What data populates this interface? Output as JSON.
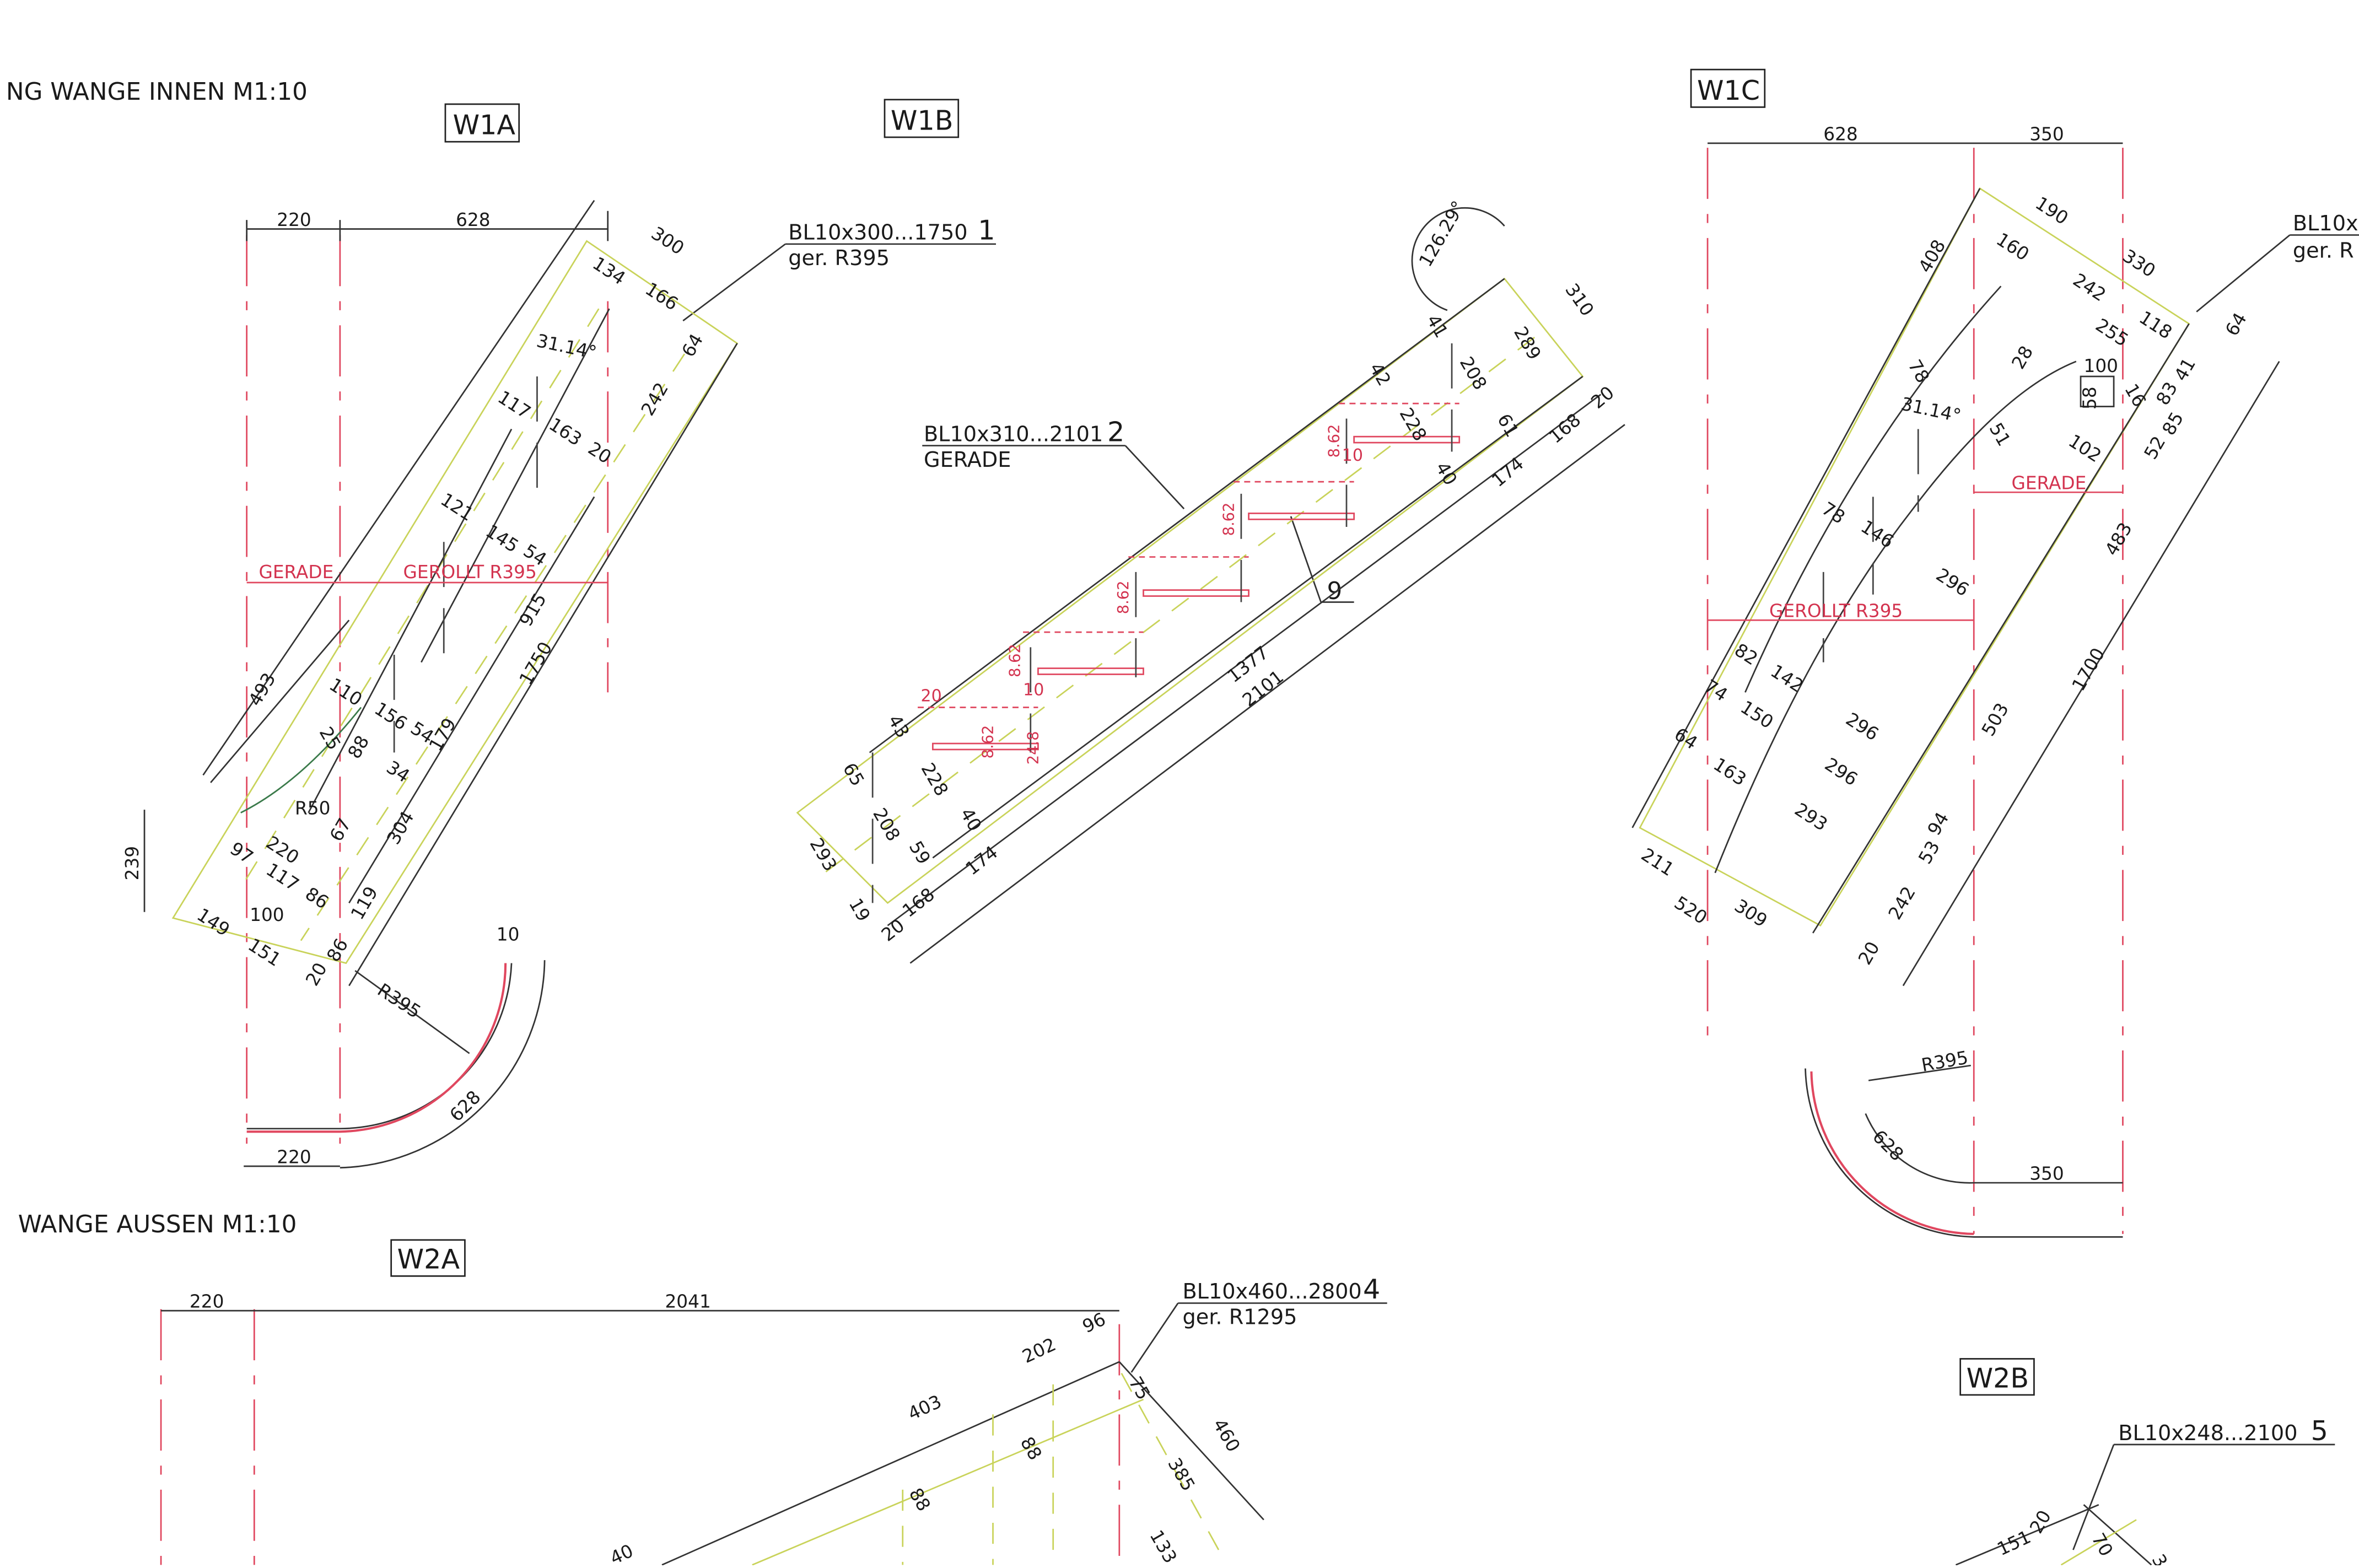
{
  "sections": {
    "inner": "NG WANGE INNEN M1:10",
    "outer": "WANGE AUSSEN M1:10"
  },
  "tags": {
    "w1a": "W1A",
    "w1b": "W1B",
    "w1c": "W1C",
    "w2a": "W2A",
    "w2b": "W2B"
  },
  "callouts": {
    "c1": {
      "spec": "BL10x300...1750",
      "num": "1",
      "note": "ger. R395"
    },
    "c2": {
      "spec": "BL10x310...2101",
      "num": "2",
      "note": "GERADE"
    },
    "c3": {
      "spec": "BL10x",
      "note": "ger. R"
    },
    "c4": {
      "spec": "BL10x460...2800",
      "num": "4",
      "note": "ger. R1295"
    },
    "c5": {
      "spec": "BL10x248...2100",
      "num": "5"
    },
    "c9": {
      "num": "9"
    }
  },
  "w1a": {
    "top_220": "220",
    "top_628": "628",
    "d300": "300",
    "d134": "134",
    "d166": "166",
    "d64": "64",
    "d242": "242",
    "angle": "31.14°",
    "d117": "117",
    "d163": "163",
    "d20a": "20",
    "d121": "121",
    "d145": "145",
    "d54a": "54",
    "gerade": "GERADE",
    "gerollt": "GEROLLT R395",
    "d915": "915",
    "d1750": "1750",
    "d493": "493",
    "d110": "110",
    "d156": "156",
    "d54b": "54",
    "d179": "179",
    "d25": "25",
    "d88": "88",
    "d34": "34",
    "d239": "239",
    "r50": "R50",
    "d220b": "220",
    "d304": "304",
    "d97": "97",
    "d117b": "117",
    "d67": "67",
    "d86": "86",
    "d119": "119",
    "d149": "149",
    "d100": "100",
    "d151": "151",
    "d86b": "86",
    "d20b": "20",
    "r395": "R395",
    "d10": "10",
    "d628": "628",
    "bot_220": "220"
  },
  "w1b": {
    "angle": "126.29°",
    "d310": "310",
    "d289": "289",
    "d208": "208",
    "d41": "41",
    "d42": "42",
    "d228": "228",
    "d61": "61",
    "d168": "168",
    "d20a": "20",
    "d174": "174",
    "d40": "40",
    "d1377": "1377",
    "d2101": "2101",
    "d65": "65",
    "d293": "293",
    "d208b": "208",
    "d228b": "228",
    "d40b": "40",
    "d59": "59",
    "d174b": "174",
    "d168b": "168",
    "d20b": "20",
    "d19": "19",
    "d43": "43",
    "r20": "20",
    "r862": "8.62",
    "r10": "10",
    "r248": "24.8"
  },
  "w1c": {
    "top_628": "628",
    "top_350": "350",
    "d190": "190",
    "d160": "160",
    "d330": "330",
    "d408": "408",
    "d242": "242",
    "d118": "118",
    "d255": "255",
    "d64": "64",
    "d100": "100",
    "d58": "58",
    "d16": "16",
    "d102": "102",
    "angle": "31.14°",
    "d78a": "78",
    "d28": "28",
    "d51": "51",
    "d41": "41",
    "d83": "83",
    "d85": "85",
    "d52": "52",
    "gerade": "GERADE",
    "d78b": "78",
    "d146": "146",
    "d483": "483",
    "d296a": "296",
    "gerollt": "GEROLLT R395",
    "d1700": "1700",
    "d82": "82",
    "d142": "142",
    "d74": "74",
    "d150": "150",
    "d296b": "296",
    "d503": "503",
    "d64b": "64",
    "d163": "163",
    "d296c": "296",
    "d293": "293",
    "d94": "94",
    "d53": "53",
    "d211": "211",
    "d309": "309",
    "d520": "520",
    "d242b": "242",
    "d20": "20",
    "r395": "R395",
    "d628": "628",
    "bot_350": "350"
  },
  "w2a": {
    "top_220": "220",
    "top_2041": "2041",
    "d96": "96",
    "d202": "202",
    "d403": "403",
    "d75": "75",
    "d460": "460",
    "d88a": "88",
    "d385": "385",
    "d88b": "88",
    "d133": "133",
    "d40": "40"
  },
  "w2b": {
    "d151": "151",
    "d20": "20",
    "d70": "70",
    "d3": "3"
  }
}
